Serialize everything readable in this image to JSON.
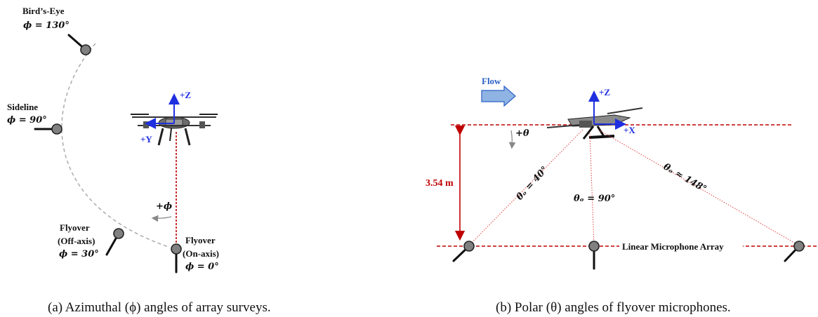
{
  "panel_a": {
    "mics": {
      "birdseye": {
        "name": "Bird’s-Eye",
        "angle": "𝝓 = 130°"
      },
      "sideline": {
        "name": "Sideline",
        "angle": "𝝓 = 90°"
      },
      "offaxis": {
        "line1": "Flyover",
        "line2": "(Off-axis)",
        "angle": "𝝓 = 30°"
      },
      "onaxis": {
        "line1": "Flyover",
        "line2": "(On-axis)",
        "angle": "𝝓 = 0°"
      }
    },
    "axes": {
      "z": "+Z",
      "y": "+Y"
    },
    "rotation_label": "+𝝓",
    "caption": "(a) Azimuthal (ϕ) angles of array surveys."
  },
  "panel_b": {
    "flow_label": "Flow",
    "axes": {
      "z": "+Z",
      "x": "+X"
    },
    "theta_label": "+𝜽",
    "height_label": "3.54 m",
    "angles": {
      "left": "𝜽ₒ = 40°",
      "center": "𝜽ₒ = 90°",
      "right": "𝜽ₒ ≈ 148°"
    },
    "array_label": "Linear Microphone Array",
    "caption": "(b) Polar (θ) angles of flyover microphones."
  },
  "colors": {
    "axis_blue": "#1f2fe0",
    "guide_red": "#c00000",
    "mic_gray": "#808080",
    "arc_gray": "#b0b0b0",
    "flow_arrow": "#8fb4e3"
  }
}
